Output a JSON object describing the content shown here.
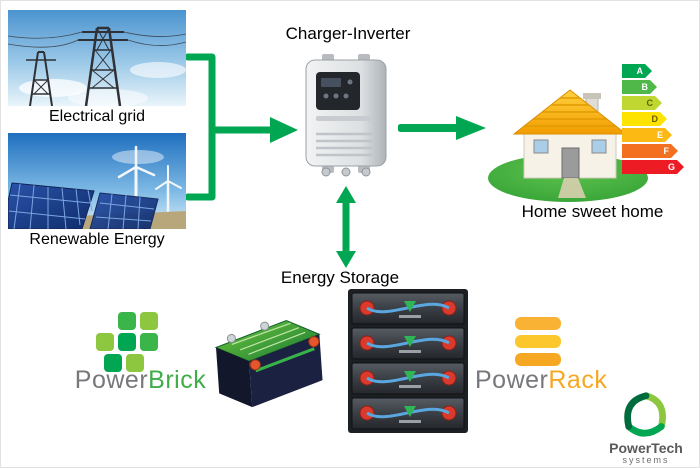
{
  "labels": {
    "electrical_grid": "Electrical grid",
    "renewable_energy": "Renewable Energy",
    "charger_inverter": "Charger-Inverter",
    "home_sweet_home": "Home sweet home",
    "energy_storage": "Energy Storage"
  },
  "logos": {
    "powerbrick": {
      "word1": "Power",
      "word2": "Brick"
    },
    "powerrack": {
      "word1": "Power",
      "word2": "Rack"
    },
    "powertech": {
      "name": "PowerTech",
      "subtitle": "systems"
    }
  },
  "energy_rating": {
    "letters": [
      "A",
      "B",
      "C",
      "D",
      "E",
      "F",
      "G"
    ]
  },
  "colors": {
    "arrow_green": "#00a651",
    "powerbrick_green": "#3fae49",
    "powerrack_yellow": "#f7a823",
    "rating_scale": [
      "#00a651",
      "#50b848",
      "#bfd730",
      "#ffe300",
      "#fdb913",
      "#f37021",
      "#ed1c24"
    ]
  }
}
